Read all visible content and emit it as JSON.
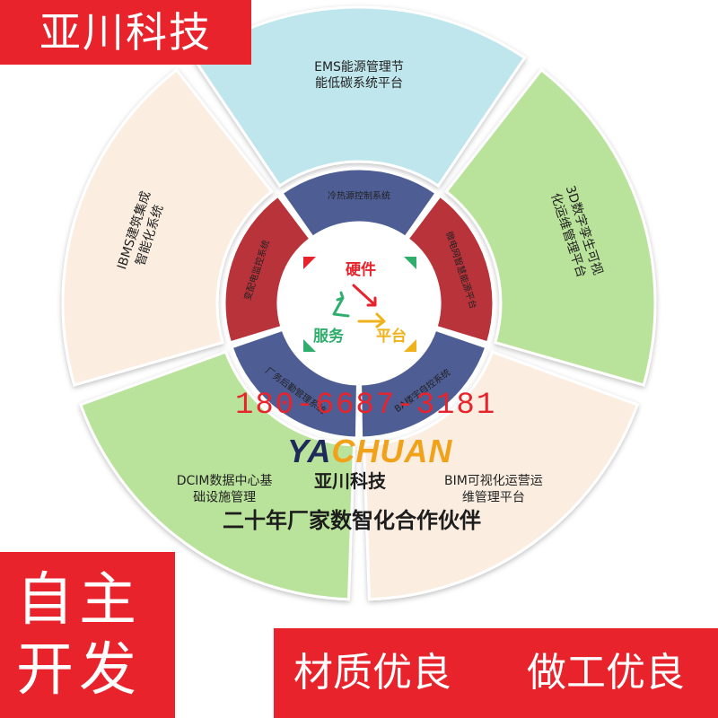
{
  "corner_tag": {
    "label": "亚川科技"
  },
  "outer_segments": [
    {
      "label": "EMS能源管理节\n能低碳系统平台",
      "color": "#bfe6ec"
    },
    {
      "label": "3D数字孪生可视\n化运维管理平台",
      "color": "#b9e39a"
    },
    {
      "label": "BIM可视化运营运\n维管理平台",
      "color": "#fbeee1"
    },
    {
      "label": "DCIM数据中心基\n础设施管理",
      "color": "#b9e39a"
    },
    {
      "label": "IBMS建筑集成\n智能化系统",
      "color": "#fbeee1"
    }
  ],
  "inner_segments": [
    {
      "label": "冷热源控制系统",
      "color": "#4e5d94"
    },
    {
      "label": "微电网智慧能源平台",
      "color": "#b8333a"
    },
    {
      "label": "BA楼宇自控系统",
      "color": "#4e5d94"
    },
    {
      "label": "厂务后勤管理系统",
      "color": "#4e5d94"
    },
    {
      "label": "变配电监控系统",
      "color": "#b8333a"
    }
  ],
  "center": {
    "words": [
      "硬件",
      "服务",
      "平台"
    ],
    "colors": {
      "hardware": "#e8232b",
      "service": "#2fae6c",
      "platform": "#f0b21b"
    }
  },
  "phone": "180-6687-3181",
  "logo": {
    "part1": "YA",
    "part2": "CHUAN"
  },
  "brand_cn": "亚川科技",
  "slogan": "二十年厂家数智化合作伙伴",
  "promo": {
    "line1": "自主",
    "line2": "开发"
  },
  "features": [
    "材质优良",
    "做工优良"
  ]
}
